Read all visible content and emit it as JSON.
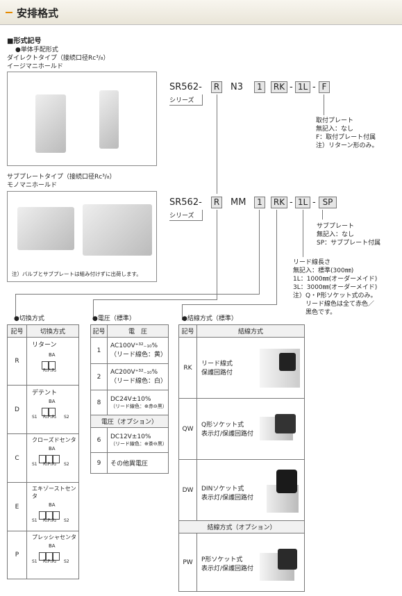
{
  "header": {
    "title": "安排格式"
  },
  "section": {
    "title": "■形式記号",
    "sub": "●単体手配形式"
  },
  "direct": {
    "type": "ダイレクトタイプ（接続口径Rc³/₈）",
    "manifold": "イージマニホールド"
  },
  "subplate": {
    "type": "サブプレートタイプ（接続口径Rc³/₈）",
    "manifold": "モノマニホールド",
    "note": "注）バルブとサブプレートは組み付けずに出荷します。"
  },
  "code1": {
    "prefix": "SR562-",
    "r": "R",
    "n": "N3",
    "one": "1",
    "rk": "RK",
    "l": "1L",
    "f": "F",
    "series": "シリーズ"
  },
  "code2": {
    "prefix": "SR562-",
    "r": "R",
    "mm": "MM",
    "one": "1",
    "rk": "RK",
    "l": "1L",
    "sp": "SP",
    "series": "シリーズ"
  },
  "mount_note": [
    "取付プレート",
    "無記入：なし",
    "F：取付プレート付属",
    "注）リターン形のみ。"
  ],
  "subplate_note": [
    "サブプレート",
    "無記入：なし",
    "SP：サブプレート付属"
  ],
  "lead_note": [
    "リード線長さ",
    "無記入：標準(300㎜)",
    "1L：1000㎜(オーダーメイド)",
    "3L：3000㎜(オーダーメイド)",
    "注）Q・P形ソケット式のみ。",
    "　　リード線色は全て赤色／",
    "　　黒色です。"
  ],
  "switch": {
    "label": "切換方式",
    "col1": "記号",
    "col2": "切換方式",
    "rows": [
      {
        "code": "R",
        "name": "リターン"
      },
      {
        "code": "D",
        "name": "デテント"
      },
      {
        "code": "C",
        "name": "クローズドセンタ"
      },
      {
        "code": "E",
        "name": "エキゾーストセンタ"
      },
      {
        "code": "P",
        "name": "プレッシャセンタ"
      }
    ],
    "sym": {
      "ba": "BA",
      "rp": "R₁P₁R₂",
      "s1": "S1",
      "s2": "S2"
    }
  },
  "voltage": {
    "label": "電圧（標準）",
    "col1": "記号",
    "col2": "電　圧",
    "rows": [
      {
        "code": "1",
        "v": "AC100V⁺³²₋₁₀%",
        "note": "（リード線色：黄）"
      },
      {
        "code": "2",
        "v": "AC200V⁺³²₋₁₀%",
        "note": "（リード線色：白）"
      },
      {
        "code": "8",
        "v": "DC24V±10%",
        "note": "（リード線色：⊕赤⊖黒）"
      }
    ],
    "opt_label": "電圧（オプション）",
    "opt_rows": [
      {
        "code": "6",
        "v": "DC12V±10%",
        "note": "（リード線色：⊕茶⊖黒）"
      },
      {
        "code": "9",
        "v": "その他異電圧",
        "note": ""
      }
    ]
  },
  "wiring": {
    "label": "結線方式（標準）",
    "col1": "記号",
    "col2": "結線方式",
    "rows": [
      {
        "code": "RK",
        "l1": "リード線式",
        "l2": "保護回路付"
      },
      {
        "code": "QW",
        "l1": "Q形ソケット式",
        "l2": "表示灯/保護回路付"
      },
      {
        "code": "DW",
        "l1": "DINソケット式",
        "l2": "表示灯/保護回路付"
      }
    ],
    "opt_label": "結線方式（オプション）",
    "opt_rows": [
      {
        "code": "PW",
        "l1": "P形ソケット式",
        "l2": "表示灯/保護回路付"
      }
    ]
  }
}
